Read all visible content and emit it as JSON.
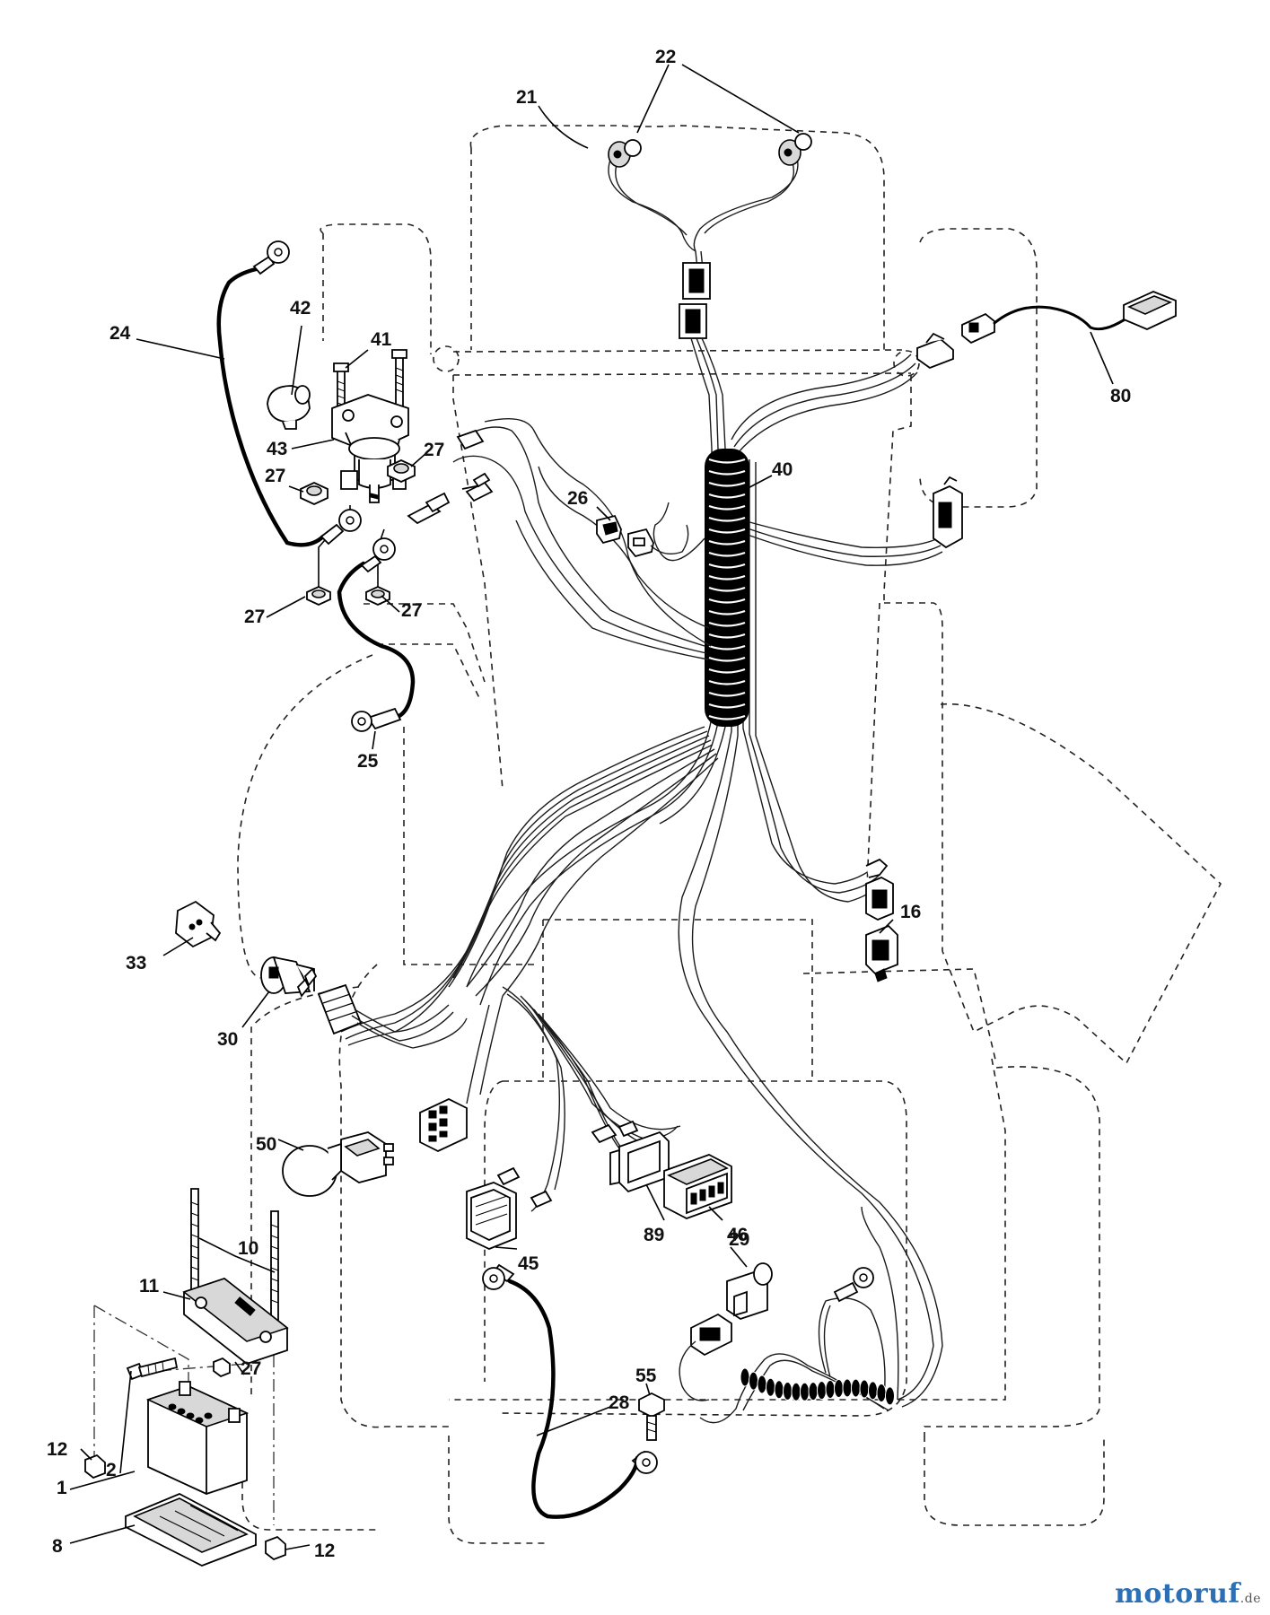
{
  "callouts": {
    "c21": "21",
    "c22": "22",
    "c24": "24",
    "c42": "42",
    "c41": "41",
    "c43": "43",
    "c27a": "27",
    "c27b": "27",
    "c27c": "27",
    "c27d": "27",
    "c27e": "27",
    "c26": "26",
    "c40": "40",
    "c80": "80",
    "c25": "25",
    "c16": "16",
    "c33": "33",
    "c30": "30",
    "c50": "50",
    "c10": "10",
    "c11": "11",
    "c89": "89",
    "c46": "46",
    "c45": "45",
    "c29": "29",
    "c55": "55",
    "c28": "28",
    "c12a": "12",
    "c12b": "12",
    "c2": "2",
    "c1": "1",
    "c8": "8"
  },
  "watermark": {
    "brand": "motoruf",
    "suffix": ".de"
  }
}
